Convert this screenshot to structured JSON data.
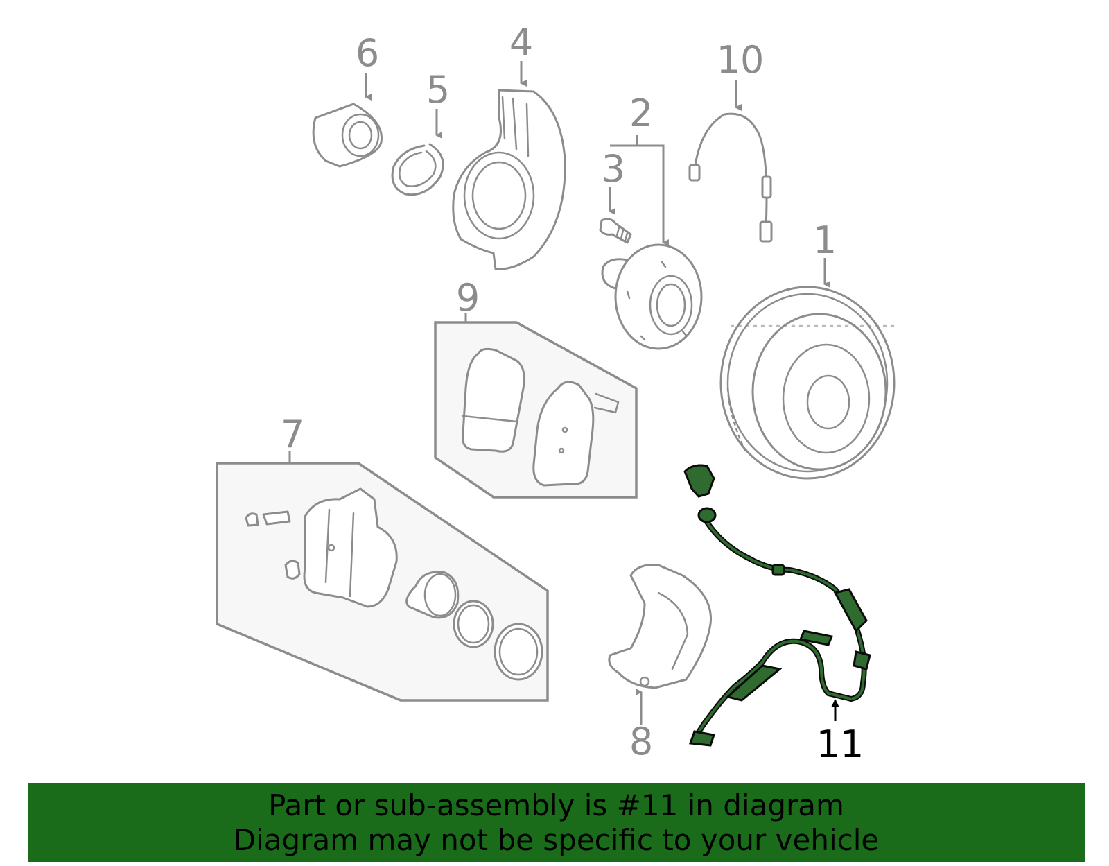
{
  "callouts": {
    "c1": "1",
    "c2": "2",
    "c3": "3",
    "c4": "4",
    "c5": "5",
    "c6": "6",
    "c7": "7",
    "c8": "8",
    "c9": "9",
    "c10": "10",
    "c11": "11"
  },
  "highlight_part": "11",
  "banner": {
    "line1": "Part or sub-assembly is #11 in diagram",
    "line2": "Diagram may not be specific to your vehicle"
  },
  "colors": {
    "banner_bg": "#1a6b1a",
    "highlight": "#2f6b2f",
    "part_stroke": "#8c8c8c"
  }
}
